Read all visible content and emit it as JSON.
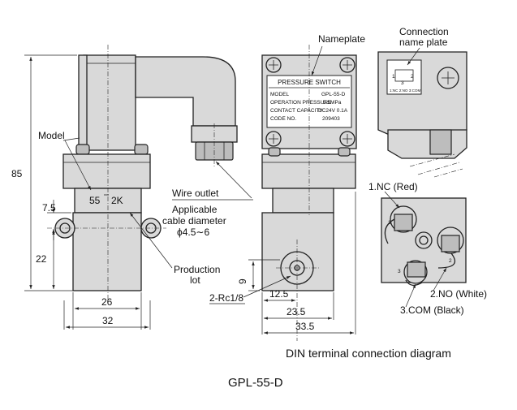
{
  "labels": {
    "model": "Model",
    "model_code_1": "55",
    "model_code_2": "2K",
    "wire_outlet": "Wire outlet",
    "applicable_1": "Applicable",
    "applicable_2": "cable diameter",
    "applicable_3": "ϕ4.5∼6",
    "production_1": "Production",
    "production_2": "lot",
    "port": "2-Rc1/8",
    "nameplate": "Nameplate",
    "conn_plate_1": "Connection",
    "conn_plate_2": "name plate",
    "nc": "1.NC (Red)",
    "no": "2.NO (White)",
    "com": "3.COM (Black)",
    "din_caption": "DIN terminal connection diagram",
    "model_caption": "GPL-55-D"
  },
  "dimensions": {
    "height_total": "85",
    "d_7_5": "7.5",
    "d_22": "22",
    "d_26": "26",
    "d_32": "32",
    "d_9": "9",
    "d_12_5": "12.5",
    "d_23_5": "23.5",
    "d_33_5": "33.5"
  },
  "nameplate": {
    "title": "PRESSURE SWITCH",
    "rows": [
      {
        "key": "MODEL",
        "value": "GPL-55-D"
      },
      {
        "key": "OPERATION PRESSURE",
        "value": "5.5MPa"
      },
      {
        "key": "CONTACT CAPACITY",
        "value": "DC24V 0.1A"
      },
      {
        "key": "CODE NO.",
        "value": "209403"
      }
    ]
  },
  "connection_plate": {
    "n1": "1",
    "n2": "2",
    "n3": "3",
    "legend": "1:NC 2:NO 3:COM"
  },
  "terminal_numbers": {
    "t1": "1",
    "t2": "2",
    "t3": "3"
  }
}
